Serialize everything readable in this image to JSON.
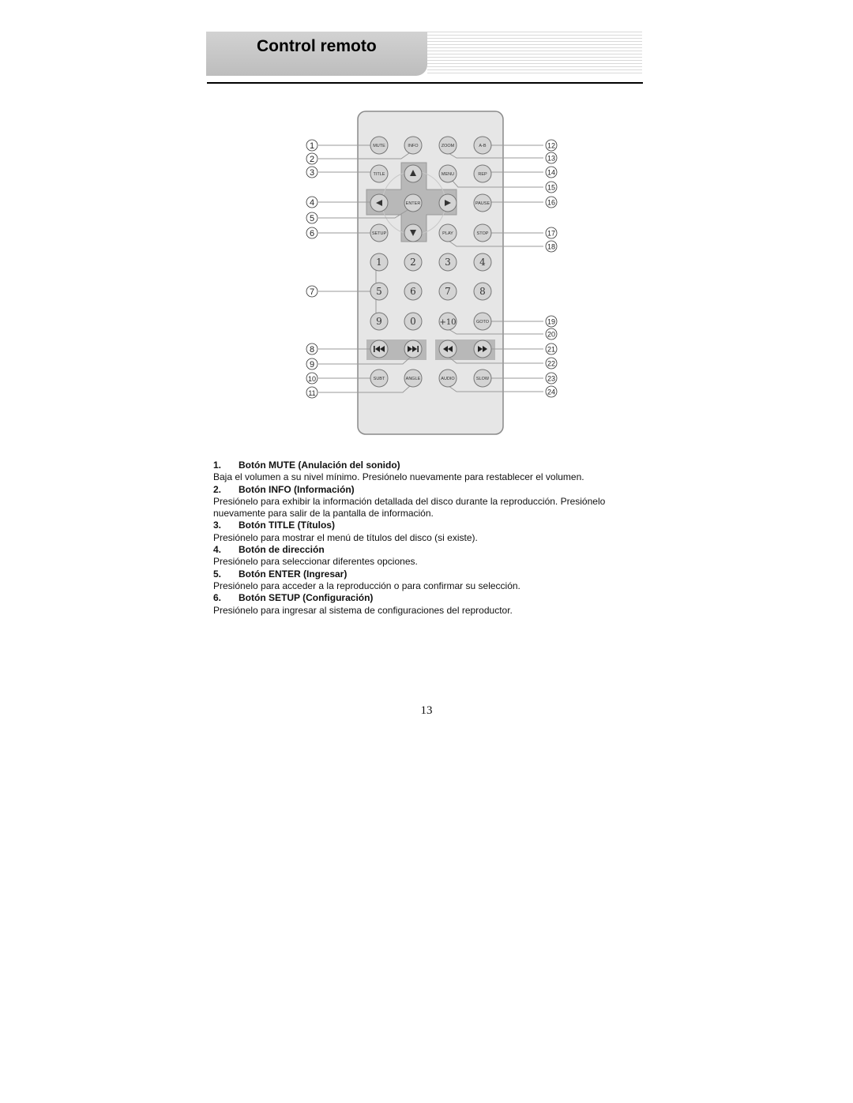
{
  "header": {
    "title": "Control remoto"
  },
  "remote": {
    "buttons": {
      "mute": "MUTE",
      "info": "INFO",
      "zoom": "ZOOM",
      "ab": "A-B",
      "title": "TITLE",
      "menu": "MENU",
      "rep": "REP",
      "enter": "ENTER",
      "pause": "PAUSE",
      "setup": "SETUP",
      "play": "PLAY",
      "stop": "STOP",
      "n1": "1",
      "n2": "2",
      "n3": "3",
      "n4": "4",
      "n5": "5",
      "n6": "6",
      "n7": "7",
      "n8": "8",
      "n9": "9",
      "n0": "0",
      "plus10": "+10",
      "goto": "GOTO",
      "subt": "SUBT",
      "angle": "ANGLE",
      "audio": "AUDIO",
      "slow": "SLOW"
    },
    "callouts_left": [
      "1",
      "2",
      "3",
      "4",
      "5",
      "6",
      "7",
      "8",
      "9",
      "10",
      "11"
    ],
    "callouts_right": [
      "12",
      "13",
      "14",
      "15",
      "16",
      "17",
      "18",
      "19",
      "20",
      "21",
      "22",
      "23",
      "24"
    ]
  },
  "descriptions": [
    {
      "num": "1.",
      "heading": "Botón MUTE (Anulación del sonido)",
      "text": "Baja el volumen a su nivel mínimo. Presiónelo nuevamente para restablecer el volumen."
    },
    {
      "num": "2.",
      "heading": "Botón INFO (Información)",
      "text": "Presiónelo para exhibir la información detallada del disco durante la reproducción. Presiónelo nuevamente para salir de la pantalla de información."
    },
    {
      "num": "3.",
      "heading": "Botón TITLE (Títulos)",
      "text": "Presiónelo para mostrar el menú de títulos del disco (si existe)."
    },
    {
      "num": "4.",
      "heading": "Botón de dirección",
      "text": "Presiónelo para seleccionar diferentes opciones."
    },
    {
      "num": "5.",
      "heading": "Botón ENTER (Ingresar)",
      "text": "Presiónelo para acceder a la reproducción o para confirmar su selección."
    },
    {
      "num": "6.",
      "heading": "Botón SETUP (Configuración)",
      "text": "Presiónelo para ingresar al sistema de configuraciones del reproductor."
    }
  ],
  "page_number": "13"
}
